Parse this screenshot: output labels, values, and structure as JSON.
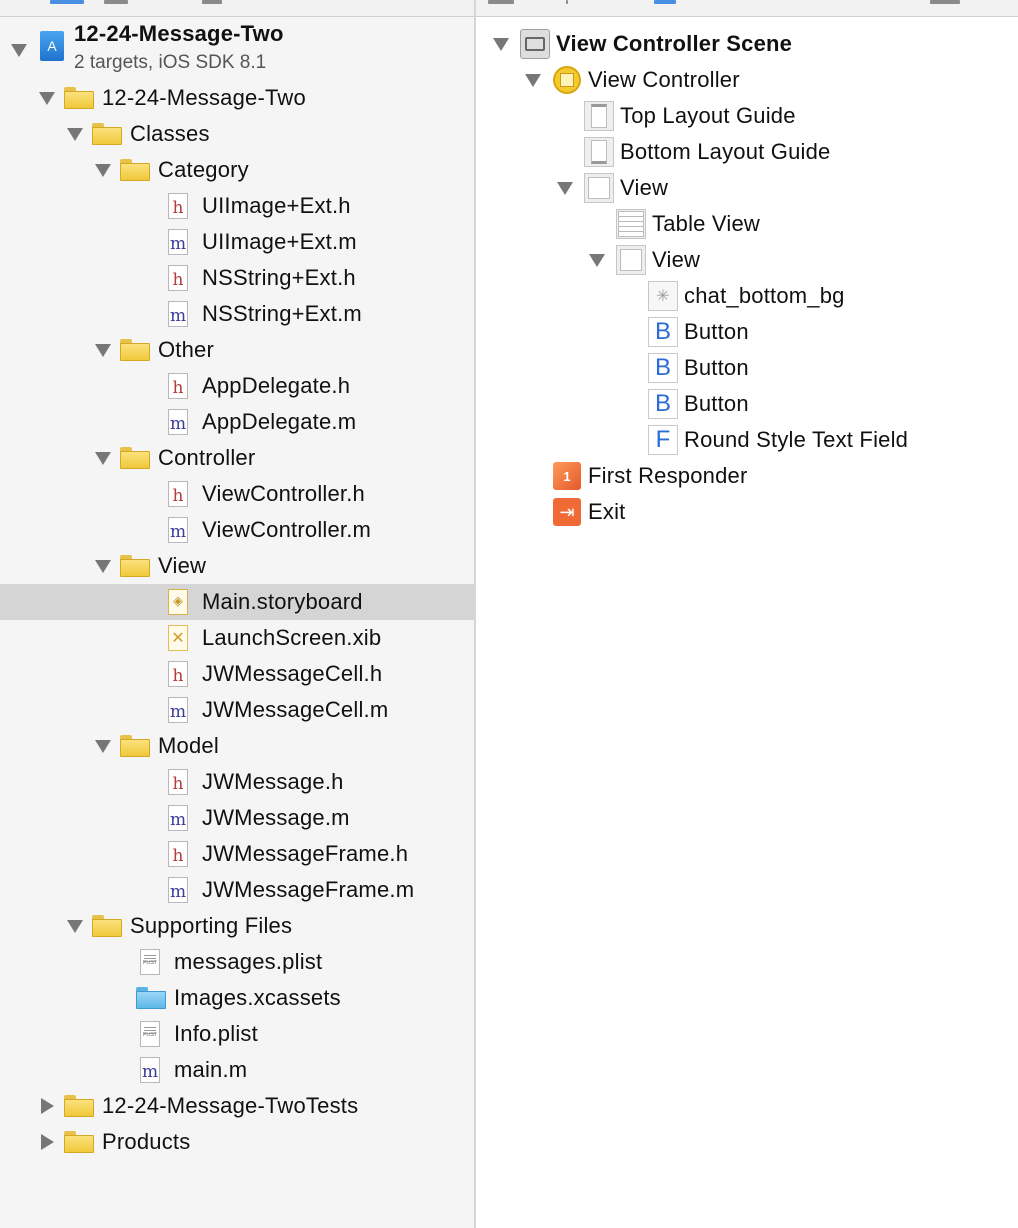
{
  "navigator": {
    "project": {
      "name": "12-24-Message-Two",
      "subtitle": "2 targets, iOS SDK 8.1"
    },
    "items": [
      {
        "label": "12-24-Message-Two",
        "kind": "folder",
        "disclosure": "open"
      },
      {
        "label": "Classes",
        "kind": "folder",
        "disclosure": "open"
      },
      {
        "label": "Category",
        "kind": "folder",
        "disclosure": "open"
      },
      {
        "label": "UIImage+Ext.h",
        "kind": "h"
      },
      {
        "label": "UIImage+Ext.m",
        "kind": "m"
      },
      {
        "label": "NSString+Ext.h",
        "kind": "h"
      },
      {
        "label": "NSString+Ext.m",
        "kind": "m"
      },
      {
        "label": "Other",
        "kind": "folder",
        "disclosure": "open"
      },
      {
        "label": "AppDelegate.h",
        "kind": "h"
      },
      {
        "label": "AppDelegate.m",
        "kind": "m"
      },
      {
        "label": "Controller",
        "kind": "folder",
        "disclosure": "open"
      },
      {
        "label": "ViewController.h",
        "kind": "h"
      },
      {
        "label": "ViewController.m",
        "kind": "m"
      },
      {
        "label": "View",
        "kind": "folder",
        "disclosure": "open"
      },
      {
        "label": "Main.storyboard",
        "kind": "storyboard",
        "selected": true
      },
      {
        "label": "LaunchScreen.xib",
        "kind": "xib"
      },
      {
        "label": "JWMessageCell.h",
        "kind": "h"
      },
      {
        "label": "JWMessageCell.m",
        "kind": "m"
      },
      {
        "label": "Model",
        "kind": "folder",
        "disclosure": "open"
      },
      {
        "label": "JWMessage.h",
        "kind": "h"
      },
      {
        "label": "JWMessage.m",
        "kind": "m"
      },
      {
        "label": "JWMessageFrame.h",
        "kind": "h"
      },
      {
        "label": "JWMessageFrame.m",
        "kind": "m"
      },
      {
        "label": "Supporting Files",
        "kind": "folder",
        "disclosure": "open"
      },
      {
        "label": "messages.plist",
        "kind": "plist"
      },
      {
        "label": "Images.xcassets",
        "kind": "xcassets"
      },
      {
        "label": "Info.plist",
        "kind": "plist"
      },
      {
        "label": "main.m",
        "kind": "m"
      },
      {
        "label": "12-24-Message-TwoTests",
        "kind": "folder",
        "disclosure": "closed"
      },
      {
        "label": "Products",
        "kind": "folder",
        "disclosure": "closed"
      }
    ],
    "file_glyphs": {
      "h": "h",
      "m": "m",
      "plist_tag": "PLIST"
    }
  },
  "outline": {
    "items": [
      {
        "label": "View Controller Scene",
        "kind": "scene",
        "disclosure": "open",
        "bold": true
      },
      {
        "label": "View Controller",
        "kind": "view-controller",
        "disclosure": "open"
      },
      {
        "label": "Top Layout Guide",
        "kind": "top-guide"
      },
      {
        "label": "Bottom Layout Guide",
        "kind": "bottom-guide"
      },
      {
        "label": "View",
        "kind": "view",
        "disclosure": "open"
      },
      {
        "label": "Table View",
        "kind": "table"
      },
      {
        "label": "View",
        "kind": "view",
        "disclosure": "open"
      },
      {
        "label": "chat_bottom_bg",
        "kind": "image"
      },
      {
        "label": "Button",
        "kind": "button",
        "glyph": "B"
      },
      {
        "label": "Button",
        "kind": "button",
        "glyph": "B"
      },
      {
        "label": "Button",
        "kind": "button",
        "glyph": "B"
      },
      {
        "label": "Round Style Text Field",
        "kind": "textfield",
        "glyph": "F"
      },
      {
        "label": "First Responder",
        "kind": "first-responder"
      },
      {
        "label": "Exit",
        "kind": "exit"
      }
    ]
  },
  "colors": {
    "navigator_bg": "#f5f5f5",
    "selection": "#d5d5d5",
    "folder": "#f0c83b",
    "button_glyph": "#2a6bd6"
  }
}
